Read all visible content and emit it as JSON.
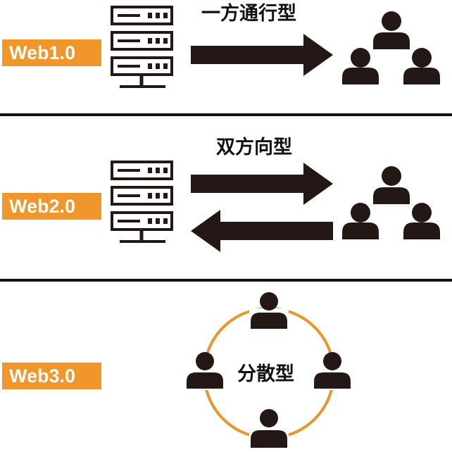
{
  "colors": {
    "accent": "#f0962a",
    "ink": "#231815",
    "ring": "#e8962e"
  },
  "sections": [
    {
      "label": "Web1.0",
      "title": "一方通行型"
    },
    {
      "label": "Web2.0",
      "title": "双方向型"
    },
    {
      "label": "Web3.0",
      "title": "分散型"
    }
  ],
  "icons": [
    "server-icon",
    "person-icon",
    "arrow-right-icon",
    "arrow-left-icon"
  ]
}
